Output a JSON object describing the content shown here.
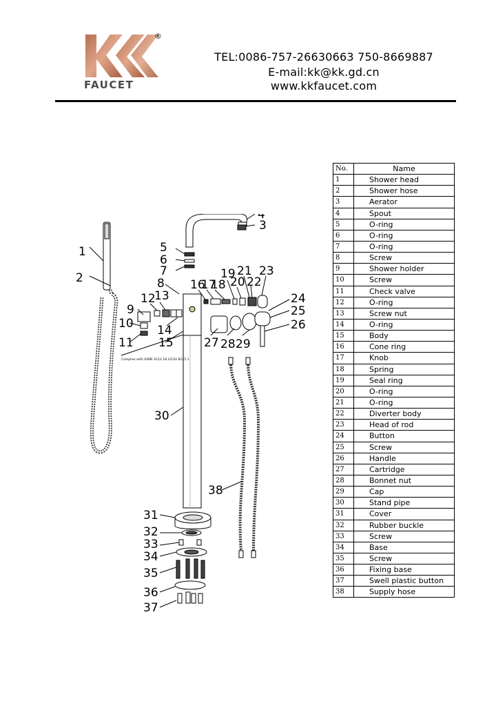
{
  "brand": {
    "logo_letters": "KK",
    "name": "FAUCET",
    "registered_mark": "®",
    "logo_color": "#c8866a"
  },
  "contact": {
    "tel": "TEL:0086-757-26630663 750-8669887",
    "email": "E-mail:kk@kk.gd.cn",
    "web": "www.kkfaucet.com"
  },
  "diagram": {
    "tiny_label": "Complies with ASME A112.18.1/CSA B125.1",
    "callouts": [
      "1",
      "2",
      "3",
      "4",
      "5",
      "6",
      "7",
      "8",
      "9",
      "10",
      "11",
      "12",
      "13",
      "14",
      "15",
      "16",
      "17",
      "18",
      "19",
      "20",
      "21",
      "22",
      "23",
      "24",
      "25",
      "26",
      "27",
      "28",
      "29",
      "30",
      "31",
      "32",
      "33",
      "34",
      "35",
      "36",
      "37",
      "38"
    ]
  },
  "table": {
    "header_no": "No.",
    "header_name": "Name",
    "rows": [
      {
        "no": "1",
        "name": "Shower head"
      },
      {
        "no": "2",
        "name": "Shower hose"
      },
      {
        "no": "3",
        "name": "Aerator"
      },
      {
        "no": "4",
        "name": "Spout"
      },
      {
        "no": "5",
        "name": "O-ring"
      },
      {
        "no": "6",
        "name": "O-ring"
      },
      {
        "no": "7",
        "name": "O-ring"
      },
      {
        "no": "8",
        "name": "Screw"
      },
      {
        "no": "9",
        "name": "Shower holder"
      },
      {
        "no": "10",
        "name": "Screw"
      },
      {
        "no": "11",
        "name": "Check valve"
      },
      {
        "no": "12",
        "name": "O-ring"
      },
      {
        "no": "13",
        "name": "Screw nut"
      },
      {
        "no": "14",
        "name": "O-ring"
      },
      {
        "no": "15",
        "name": "Body"
      },
      {
        "no": "16",
        "name": "Cone ring"
      },
      {
        "no": "17",
        "name": "Knob"
      },
      {
        "no": "18",
        "name": "Spring"
      },
      {
        "no": "19",
        "name": "Seal ring"
      },
      {
        "no": "20",
        "name": "O-ring"
      },
      {
        "no": "21",
        "name": "O-ring"
      },
      {
        "no": "22",
        "name": "Diverter body"
      },
      {
        "no": "23",
        "name": "Head of rod"
      },
      {
        "no": "24",
        "name": "Button"
      },
      {
        "no": "25",
        "name": "Screw"
      },
      {
        "no": "26",
        "name": "Handle"
      },
      {
        "no": "27",
        "name": "Cartridge"
      },
      {
        "no": "28",
        "name": "Bonnet nut"
      },
      {
        "no": "29",
        "name": "Cap"
      },
      {
        "no": "30",
        "name": "Stand pipe"
      },
      {
        "no": "31",
        "name": "Cover"
      },
      {
        "no": "32",
        "name": "Rubber buckle"
      },
      {
        "no": "33",
        "name": "Screw"
      },
      {
        "no": "34",
        "name": "Base"
      },
      {
        "no": "35",
        "name": "Screw"
      },
      {
        "no": "36",
        "name": "Fixing base"
      },
      {
        "no": "37",
        "name": "Swell plastic button"
      },
      {
        "no": "38",
        "name": "Supply hose"
      }
    ]
  }
}
